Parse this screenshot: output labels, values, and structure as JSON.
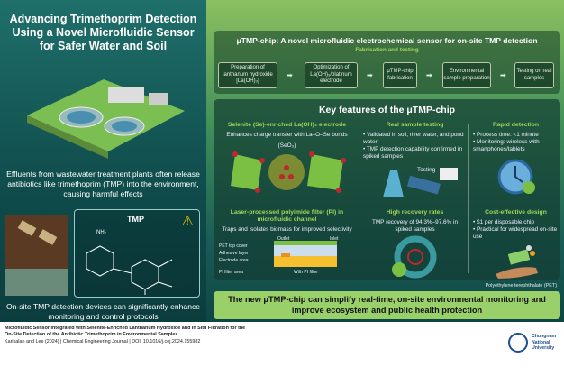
{
  "left": {
    "title": "Advancing Trimethoprim Detection Using a Novel Microfluidic Sensor for Safer Water and Soil",
    "text1": "Effluents from wastewater treatment plants often release antibiotics like trimethoprim (TMP) into the environment, causing harmful effects",
    "tmp_label": "TMP",
    "nh2": "NH₂",
    "text2": "On-site TMP detection devices can significantly enhance monitoring and control protocols"
  },
  "top": {
    "title": "μTMP-chip: A novel microfluidic electrochemical sensor for on-site TMP detection",
    "subtitle": "Fabrication and testing",
    "steps": [
      "Preparation of lanthanum hydroxide [La(OH)₃]",
      "Optimization of La(OH)₃/platinum electrode",
      "μTMP-chip fabrication",
      "Environmental sample preparation",
      "Testing on real samples"
    ]
  },
  "features": {
    "title": "Key features of the μTMP-chip",
    "f1": {
      "title": "Selenite (Se)-enriched La(OH)₃ electrode",
      "text": "Enhances charge transfer with La–O–Se bonds",
      "label": "(SeO₃)"
    },
    "f2": {
      "title": "Real sample testing",
      "items": [
        "Validated in soil, river water, and pond water",
        "TMP detection capability confirmed in spiked samples"
      ],
      "label": "Testing"
    },
    "f3": {
      "title": "Rapid detection",
      "items": [
        "Process time: <1 minute",
        "Monitoring: wireless with smartphones/tablets"
      ]
    },
    "f4": {
      "title": "Laser-processed polyimide filter (PI) in microfluidic channel",
      "text": "Traps and isolates biomass for improved selectivity",
      "labels": [
        "Outlet",
        "Inlet",
        "PET top cover",
        "Adhesive layer",
        "Electrode area",
        "PI filter area",
        "With PI filter"
      ]
    },
    "f5": {
      "title": "High recovery rates",
      "text": "TMP recovery of 94.3%–97.6% in spiked samples"
    },
    "f6": {
      "title": "Cost-effective design",
      "items": [
        "$1 per disposable chip",
        "Practical for widespread on-site use"
      ]
    }
  },
  "pet_note": "Polyethylene terephthalate (PET)",
  "banner": "The new μTMP-chip can simplify real-time, on-site environmental monitoring and improve ecosystem and public health protection",
  "footer": {
    "title1": "Microfluidic Sensor Integrated with Selenite-Enriched Lanthanum Hydroxide and In Situ Filtration for the",
    "title2": "On-Site Detection of the Antibiotic Trimethoprim in Environmental Samples",
    "citation": "Karikalan and Lee (2024)  |  Chemical Engineering Journal  |  DOI: 10.1016/j.cej.2024.155982",
    "university": "Chungnam National University"
  }
}
